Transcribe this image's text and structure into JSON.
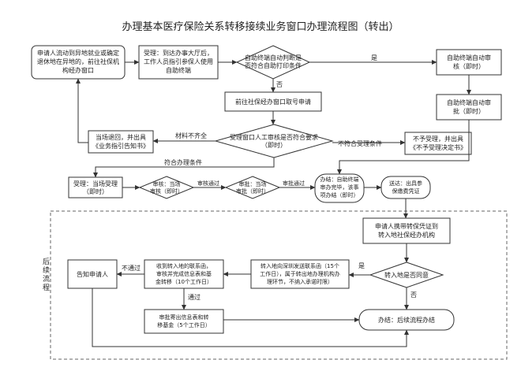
{
  "title": "办理基本医疗保险关系转移接续业务窗口办理流程图（转出）",
  "followup_label": "后续流程",
  "nodes": {
    "applicant": [
      "申请人流动到异地就业或确定",
      "退休地在异地的，前往社保机",
      "构经办窗口"
    ],
    "accept_self": [
      "受理：到达办事大厅后，",
      "工作人员指引参保人使用",
      "自助终端"
    ],
    "auto_judge": [
      "自助终端自动判断是",
      "否符合自助打印条件"
    ],
    "self_review": [
      "自助终端自动审",
      "核（即时）"
    ],
    "self_approve": [
      "自助终端自动审",
      "批（即时）"
    ],
    "go_window": [
      "前往社保经办窗口取号申请"
    ],
    "manual_review": [
      "受理窗口人工审核是否符合要求",
      "（即时）"
    ],
    "return_notice": [
      "当场退回，并出具",
      "《业务指引告知书》"
    ],
    "reject_notice": [
      "不予受理，并出具",
      "《不予受理决定书》"
    ],
    "accept_window": [
      "受理：当场受理",
      "（即时）"
    ],
    "review_now": [
      "审核：当场",
      "审核（即时）"
    ],
    "approve_now": [
      "审批：当场",
      "审批（即时）"
    ],
    "finish_terminal": [
      "办结：自助终端",
      "审办完毕，该事",
      "项办结（即时）"
    ],
    "deliver": [
      "送达：出具参",
      "保缴费凭证"
    ],
    "transfer_to_city": [
      "申请人携带转保凭证到",
      "转入地社保经办机构"
    ],
    "in_agree": [
      "转入地是否同意"
    ],
    "in_contact": [
      "转入地向深圳发送联系函（15个",
      "工作日），属于转出地办理机构办",
      "理环节，不纳入承诺时限）"
    ],
    "receive_contact": [
      "收到转入地的联系函，",
      "审核并完成信息表和基",
      "金转移（10个工作日）"
    ],
    "notify_applicant": [
      "告知申请人"
    ],
    "approve_send": [
      "审批寄出信息表和转",
      "移基金（5个工作日）"
    ],
    "finish_followup": [
      "办结：后续流程办结"
    ]
  },
  "edge_labels": {
    "yes1": "是",
    "no1": "否",
    "incomplete": "材料不齐全",
    "not_eligible": "不符合受理条件",
    "eligible": "符合办理条件",
    "review_pass": "审核通过",
    "approve_pass": "审批通过",
    "yes2": "是",
    "no2": "否",
    "fail": "不通过",
    "pass": "通过"
  }
}
